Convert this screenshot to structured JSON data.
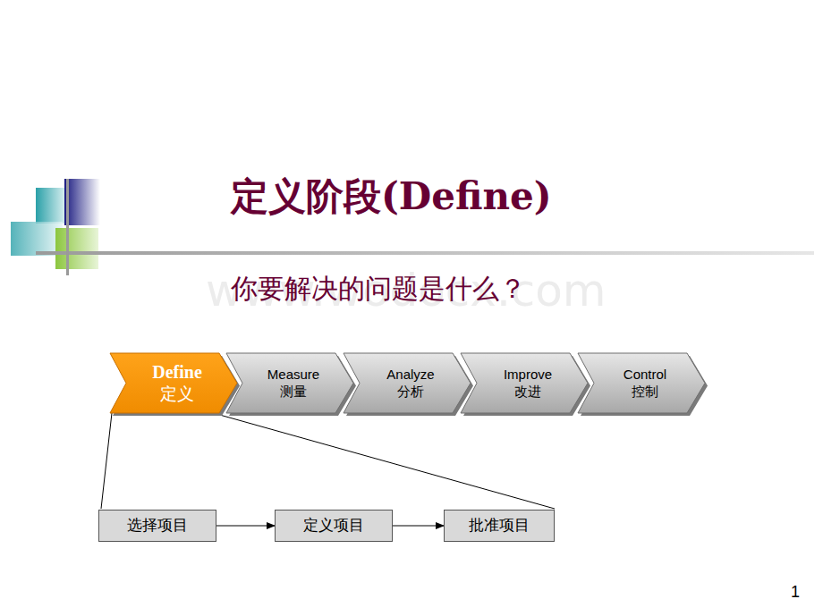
{
  "diagram": {
    "title": "定义阶段(Define)",
    "nodes": [
      {
        "text": [
          "Define",
          "定义"
        ]
      },
      {
        "text": [
          "Measure",
          "测量"
        ]
      },
      {
        "text": [
          "Analyze",
          "分析"
        ]
      },
      {
        "text": [
          "Improve",
          "改进"
        ]
      },
      {
        "text": [
          "Control",
          "控制"
        ]
      },
      {
        "text": [
          "选择项目"
        ]
      },
      {
        "text": [
          "定义项目"
        ]
      },
      {
        "text": [
          "批准项目"
        ]
      }
    ],
    "edges": [
      {
        "from": 5,
        "to": 6,
        "arrow": "to"
      },
      {
        "from": 6,
        "to": 7,
        "arrow": "to"
      }
    ],
    "labels": [
      "你要解决的问题是什么？",
      "www.wodocx.com",
      "1"
    ]
  }
}
